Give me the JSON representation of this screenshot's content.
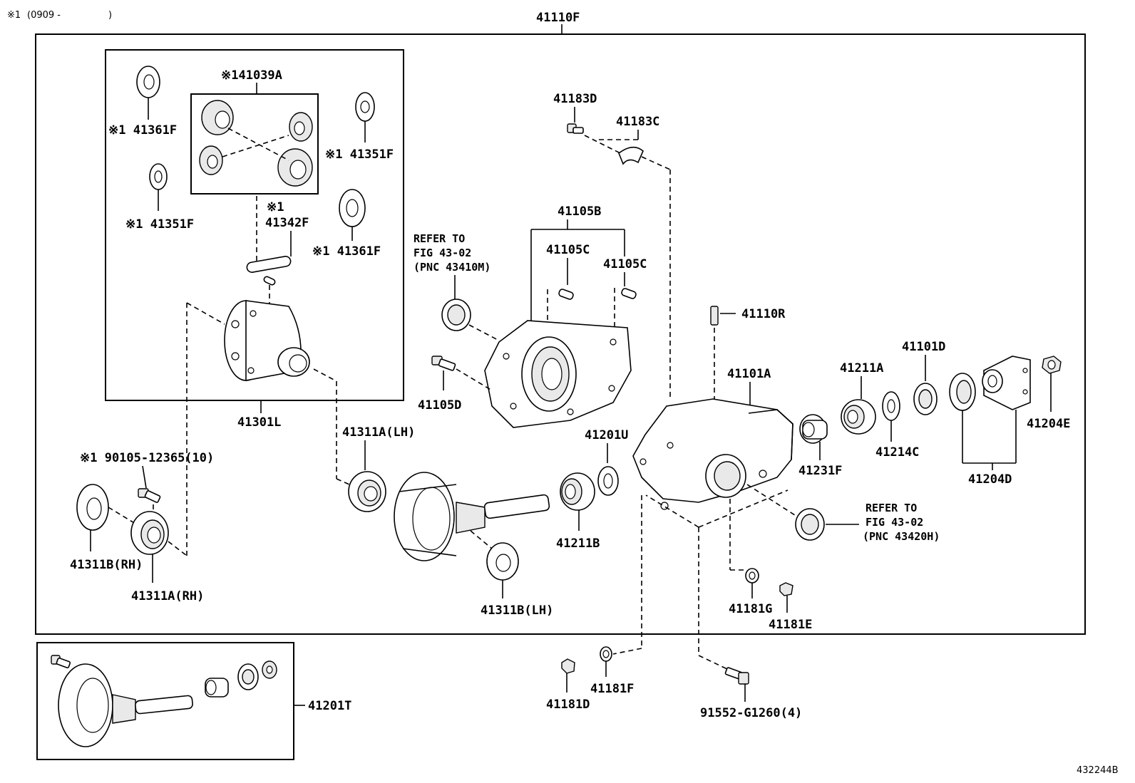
{
  "header_note": {
    "mark": "※1",
    "range": "(0909 -",
    "close": ")"
  },
  "ref_code": "432244B",
  "assembly": "41110F",
  "labels": {
    "l41361F_a": "※1 41361F",
    "l41039A": "※141039A",
    "l41351F_a": "※1 41351F",
    "l41351F_b": "※1 41351F",
    "l41342F_mark": "※1",
    "l41342F": "41342F",
    "l41361F_b": "※1 41361F",
    "l41301L": "41301L",
    "l90105": "※1 90105-12365(10)",
    "l41311B_RH": "41311B(RH)",
    "l41311A_RH": "41311A(RH)",
    "l41311A_LH": "41311A(LH)",
    "l41311B_LH": "41311B(LH)",
    "l41183D": "41183D",
    "l41183C": "41183C",
    "l41105B": "41105B",
    "l41105C_a": "41105C",
    "l41105C_b": "41105C",
    "l41105D": "41105D",
    "l41110R": "41110R",
    "l41101A": "41101A",
    "l41211A": "41211A",
    "l41101D": "41101D",
    "l41204E": "41204E",
    "l41231F": "41231F",
    "l41214C": "41214C",
    "l41204D": "41204D",
    "l41201U": "41201U",
    "l41211B": "41211B",
    "l41181G": "41181G",
    "l41181E": "41181E",
    "l41181D": "41181D",
    "l41181F": "41181F",
    "l91552": "91552-G1260(4)",
    "l41201T": "41201T"
  },
  "refer_front": {
    "line1": "REFER TO",
    "line2": "FIG 43-02",
    "line3": "(PNC 43410M)"
  },
  "refer_rear": {
    "line1": "REFER TO",
    "line2": "FIG 43-02",
    "line3": "(PNC 43420H)"
  }
}
